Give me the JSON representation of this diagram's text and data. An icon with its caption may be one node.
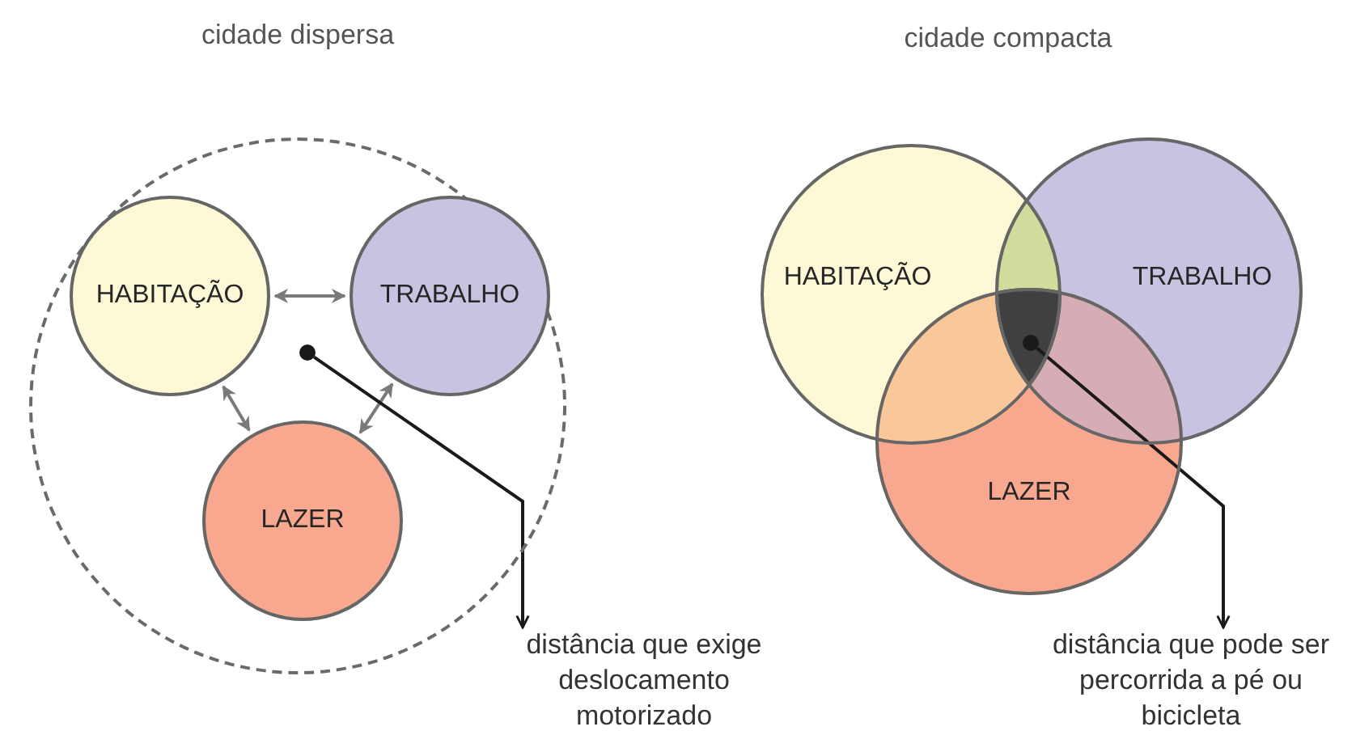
{
  "diagram": {
    "nodes": [
      {
        "text": [
          "cidade dispersa"
        ]
      },
      {
        "text": [
          "HABITAÇÃO"
        ],
        "in": 0
      },
      {
        "text": [
          "TRABALHO"
        ],
        "in": 0
      },
      {
        "text": [
          "LAZER"
        ],
        "in": 0
      },
      {
        "text": [],
        "shape": "circle",
        "in": 0
      },
      {
        "text": [
          "distância que exige deslocamento motorizado"
        ]
      },
      {
        "text": [
          "HABITAÇÃO"
        ]
      },
      {
        "text": [
          "TRABALHO"
        ]
      },
      {
        "text": [
          "LAZER"
        ]
      },
      {
        "text": [],
        "shape": "circle"
      },
      {
        "text": [
          "distância que pode ser percorrida a pé ou bicicleta"
        ]
      }
    ],
    "edges": [
      {
        "from": 1,
        "to": 2,
        "arrow": "both"
      },
      {
        "from": 1,
        "to": 3,
        "arrow": "both"
      },
      {
        "from": 2,
        "to": 3,
        "arrow": "both"
      },
      {
        "from": 4,
        "to": 5,
        "arrow": "to",
        "color": "#1a1a1a"
      },
      {
        "from": 9,
        "to": 10,
        "arrow": "to",
        "color": "#1a1a1a"
      }
    ],
    "labels": [
      "cidade compacta"
    ]
  }
}
